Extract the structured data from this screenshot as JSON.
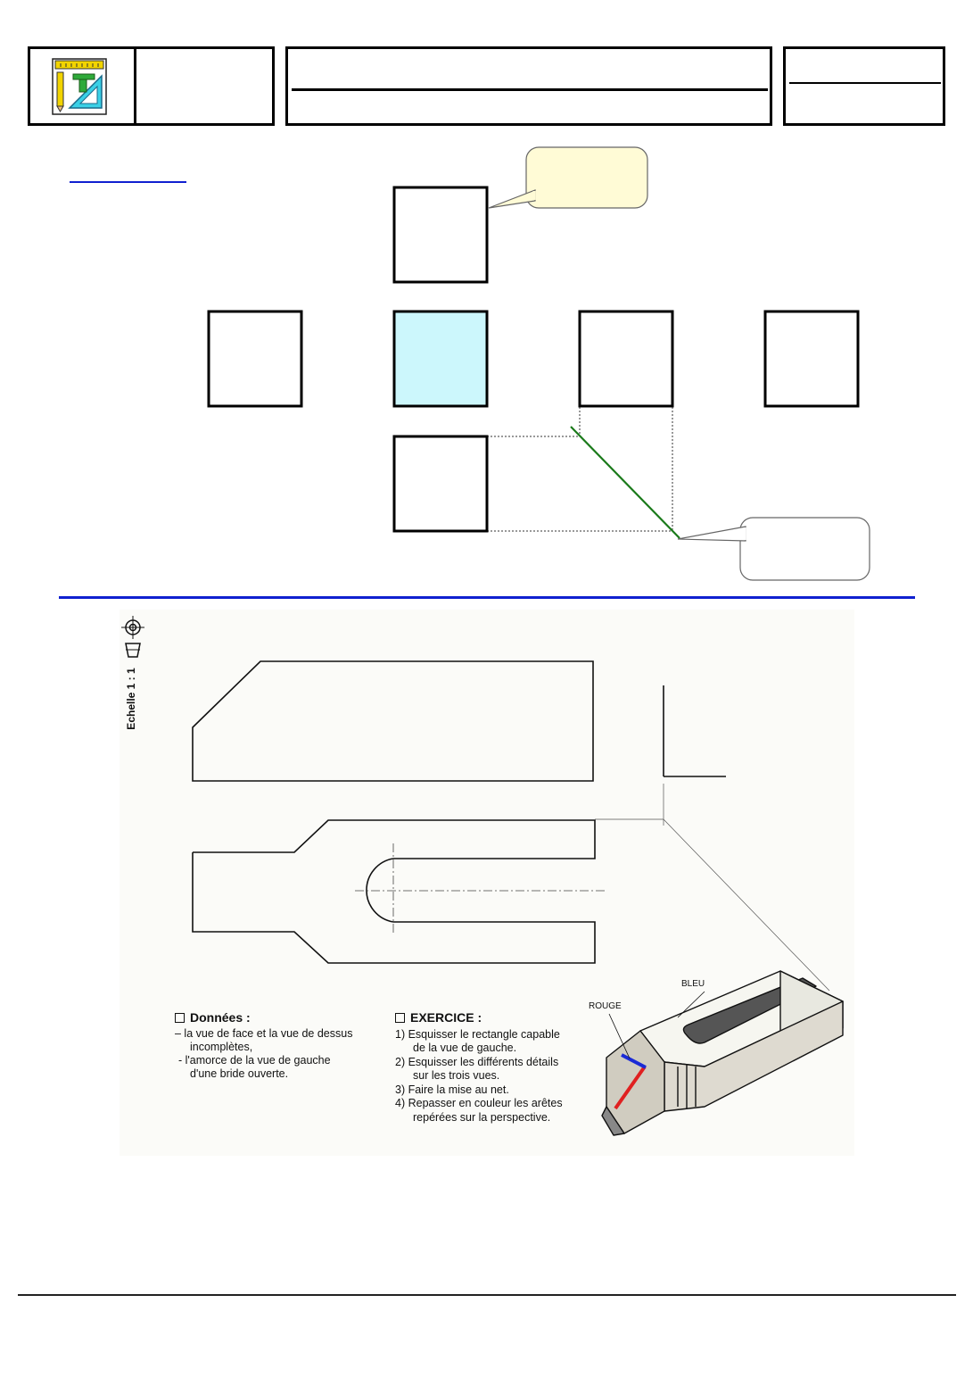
{
  "exercise": {
    "scale_label": "Echelle 1 : 1",
    "donnees": {
      "heading": "Données :",
      "lines": [
        "– la vue de face et la vue de dessus",
        "incomplètes,",
        "- l'amorce de la vue de gauche",
        "d'une bride ouverte."
      ]
    },
    "exercice": {
      "heading": "EXERCICE :",
      "steps": [
        "1) Esquisser le rectangle capable",
        "de la vue de gauche.",
        "2) Esquisser les différents détails",
        "sur les trois vues.",
        "3) Faire la mise au net.",
        "4) Repasser en couleur les arêtes",
        "repérées sur la perspective."
      ]
    },
    "perspective_labels": {
      "rouge": "ROUGE",
      "bleu": "BLEU"
    }
  },
  "colors": {
    "front_view_fill": "#ccf7fc",
    "diagonal_line": "#1a7a1a",
    "separator": "#1020d0",
    "callout_fill": "#fffbd6",
    "rouge_edge": "#e02020",
    "bleu_edge": "#1a2ad6",
    "title_icon": "drafting-tools-icon"
  }
}
